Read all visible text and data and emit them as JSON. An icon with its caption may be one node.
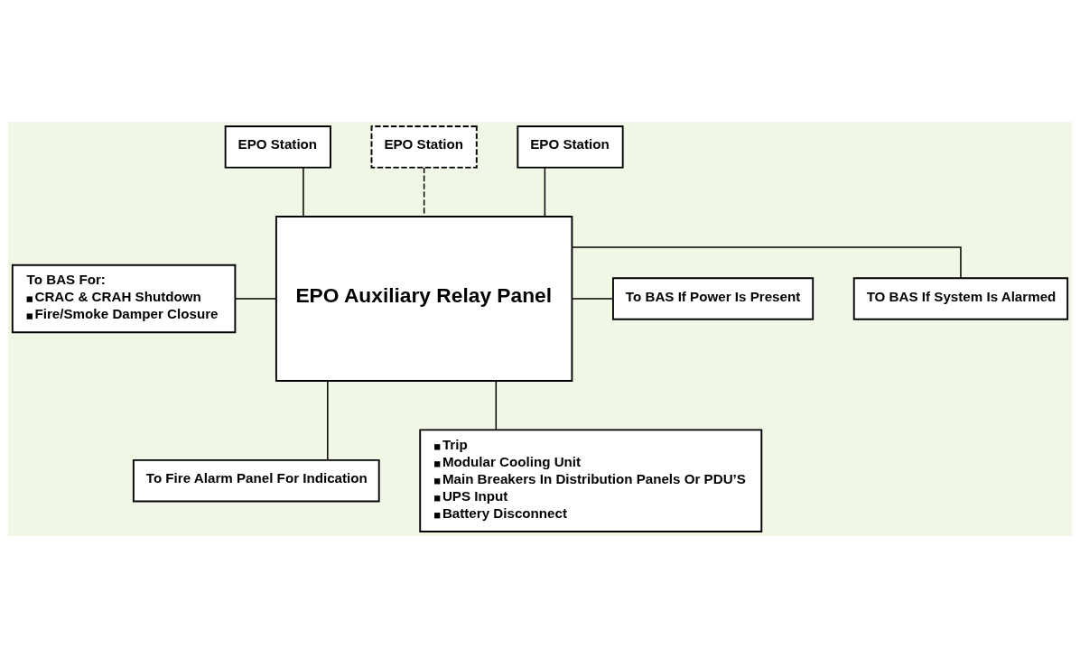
{
  "diagram": {
    "nodes": [
      {
        "text": [
          "EPO Station"
        ]
      },
      {
        "text": [
          "EPO Station"
        ]
      },
      {
        "text": [
          "EPO Station"
        ]
      },
      {
        "text": [
          "EPO Auxiliary Relay Panel"
        ]
      },
      {
        "text": [
          "To BAS For:",
          "CRAC & CRAH Shutdown",
          "Fire/Smoke Damper Closure"
        ]
      },
      {
        "text": [
          "To BAS If Power Is Present"
        ]
      },
      {
        "text": [
          "TO BAS If System Is Alarmed"
        ]
      },
      {
        "text": [
          "To Fire Alarm Panel For Indication"
        ]
      },
      {
        "text": [
          "Trip",
          "Modular Cooling Unit",
          "Main Breakers In Distribution Panels Or PDU’S",
          "UPS Input",
          "Battery Disconnect"
        ]
      }
    ],
    "edges": [
      {
        "from": 0,
        "to": 3,
        "arrow": "none"
      },
      {
        "from": 1,
        "to": 3,
        "arrow": "none",
        "style": "dashed"
      },
      {
        "from": 2,
        "to": 3,
        "arrow": "none"
      },
      {
        "from": 4,
        "to": 3,
        "arrow": "none"
      },
      {
        "from": 3,
        "to": 5,
        "arrow": "none"
      },
      {
        "from": 3,
        "to": 6,
        "arrow": "none"
      },
      {
        "from": 3,
        "to": 7,
        "arrow": "none"
      },
      {
        "from": 3,
        "to": 8,
        "arrow": "none"
      }
    ]
  }
}
